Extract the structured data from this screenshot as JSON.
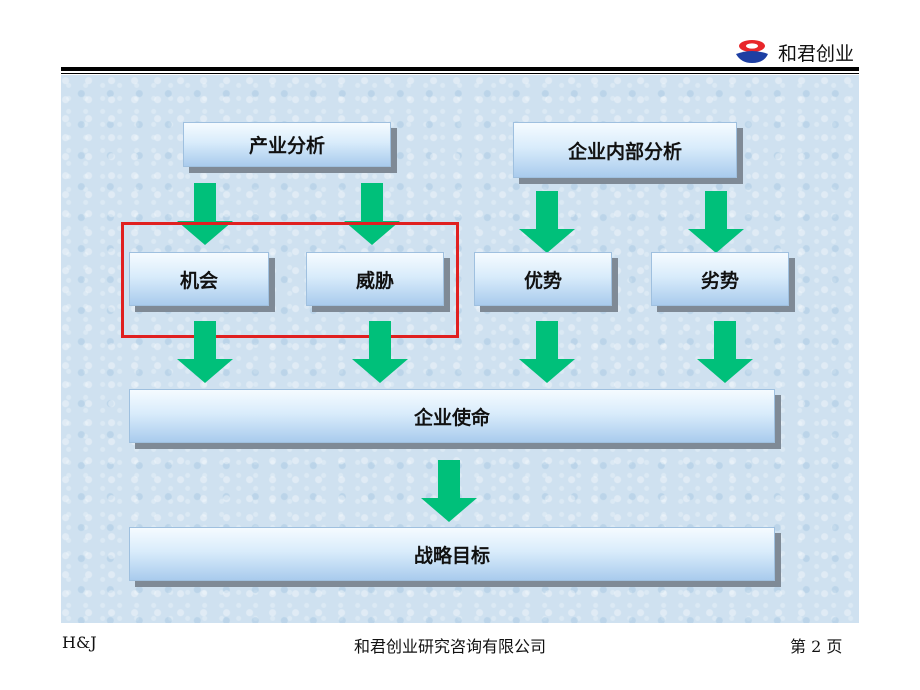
{
  "header": {
    "brand_text": "和君创业",
    "logo_colors": {
      "red": "#e8262a",
      "blue": "#1d3fa3"
    }
  },
  "diagram": {
    "top_nodes": {
      "industry_analysis": "产业分析",
      "internal_analysis": "企业内部分析"
    },
    "middle_nodes": {
      "opportunity": "机会",
      "threat": "威胁",
      "strength": "优势",
      "weakness": "劣势"
    },
    "mission": "企业使命",
    "strategic_goal": "战略目标",
    "colors": {
      "arrow": "#00c07a",
      "highlight": "#e02020",
      "panel": "#cfe1f0"
    }
  },
  "footer": {
    "left": "H&J",
    "center": "和君创业研究咨询有限公司",
    "right": "第 2 页"
  }
}
